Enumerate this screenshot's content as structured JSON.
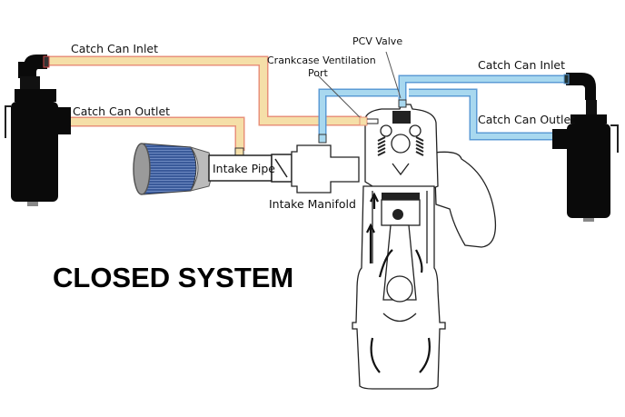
{
  "title": "CLOSED SYSTEM",
  "labels": {
    "left_inlet": "Catch Can Inlet",
    "left_outlet": "Catch Can Outlet",
    "right_inlet": "Catch Can Inlet",
    "right_outlet": "Catch Can Outlet",
    "pcv_valve": "PCV Valve",
    "crankcase_port_line1": "Crankcase Ventilation",
    "crankcase_port_line2": "Port",
    "intake_pipe": "Intake Pipe",
    "intake_manifold": "Intake Manifold"
  },
  "colors": {
    "tan_hose": "#f5dfa8",
    "tan_border": "#e8917a",
    "blue_hose": "#a8d8ef",
    "blue_border": "#5b9bd5",
    "catch_can": "#0a0a0a",
    "filter_blue": "#3a5a9a"
  }
}
